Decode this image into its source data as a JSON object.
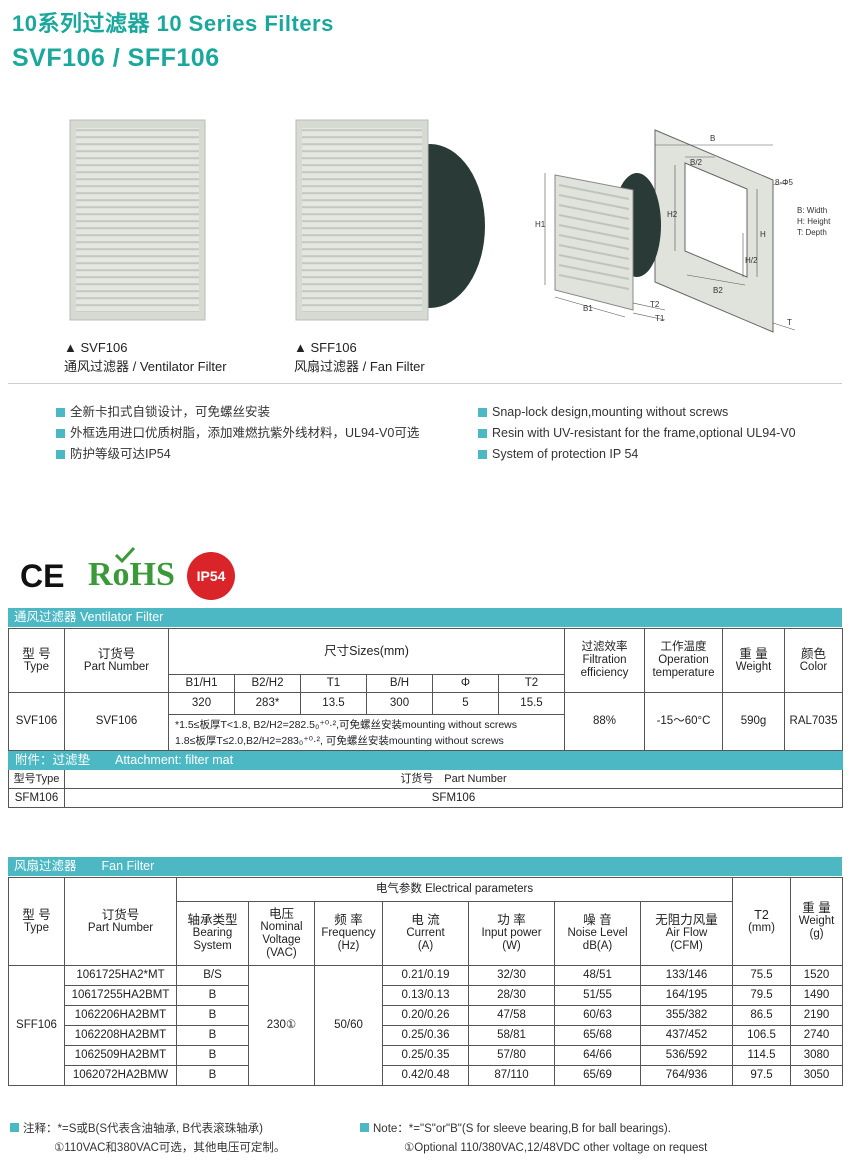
{
  "header": {
    "title_line1": "10系列过滤器 10 Series Filters",
    "title_line2": "SVF106 / SFF106"
  },
  "products": [
    {
      "model": "▲ SVF106",
      "desc": "通风过滤器 / Ventilator Filter"
    },
    {
      "model": "▲ SFF106",
      "desc": "风扇过滤器 / Fan Filter"
    }
  ],
  "diagram": {
    "labels": {
      "B": "B",
      "B2_half": "B/2",
      "B2": "B2",
      "H": "H",
      "H2": "H2",
      "H_half": "H/2",
      "H1": "H1",
      "B1": "B1",
      "T1": "T1",
      "T2": "T2",
      "T": "T",
      "holes": "8-Φ5"
    },
    "legend": [
      "B: Width",
      "H: Height",
      "T: Depth"
    ]
  },
  "features_cn": [
    "全新卡扣式自锁设计，可免螺丝安装",
    "外框选用进口优质树脂，添加难燃抗紫外线材料，UL94-V0可选",
    "防护等级可达IP54"
  ],
  "features_en": [
    "Snap-lock design,mounting without screws",
    "Resin with UV-resistant for the frame,optional UL94-V0",
    "System of protection IP 54"
  ],
  "certs": {
    "ce": "CE",
    "rohs": "RoHS",
    "ip": "IP54"
  },
  "vent": {
    "bar": "通风过滤器 Ventilator Filter",
    "h_type_cn": "型 号",
    "h_type_en": "Type",
    "h_pn_cn": "订货号",
    "h_pn_en": "Part Number",
    "h_sizes": "尺寸Sizes(mm)",
    "sub": [
      "B1/H1",
      "B2/H2",
      "T1",
      "B/H",
      "Φ",
      "T2"
    ],
    "h_eff": [
      "过滤效率",
      "Filtration",
      "efficiency"
    ],
    "h_temp": [
      "工作温度",
      "Operation",
      "temperature"
    ],
    "h_weight": [
      "重 量",
      "Weight"
    ],
    "h_color": [
      "颜色",
      "Color"
    ],
    "row": {
      "type": "SVF106",
      "pn": "SVF106",
      "vals": [
        "320",
        "283*",
        "13.5",
        "300",
        "5",
        "15.5"
      ],
      "eff": "88%",
      "temp": "-15～60°C",
      "weight": "590g",
      "color": "RAL7035",
      "note1": "*1.5≤板厚T<1.8, B2/H2=282.5₀⁺⁰·²,可免螺丝安装mounting without screws",
      "note2": "1.8≤板厚T≤2.0,B2/H2=283₀⁺⁰·², 可免螺丝安装mounting without screws"
    },
    "att_bar": "附件：过滤垫　　Attachment: filter mat",
    "att_h_type": "型号Type",
    "att_h_pn": "订货号　Part Number",
    "att_type": "SFM106",
    "att_pn": "SFM106"
  },
  "fan": {
    "bar": "风扇过滤器　　Fan Filter",
    "h_type_cn": "型 号",
    "h_type_en": "Type",
    "h_pn_cn": "订货号",
    "h_pn_en": "Part Number",
    "h_elec": "电气参数 Electrical parameters",
    "h_bearing": [
      "轴承类型",
      "Bearing",
      "System"
    ],
    "h_voltage": [
      "电压",
      "Nominal",
      "Voltage",
      "(VAC)"
    ],
    "h_freq": [
      "频 率",
      "Frequency",
      "(Hz)"
    ],
    "h_current": [
      "电 流",
      "Current",
      "(A)"
    ],
    "h_power": [
      "功 率",
      "Input power",
      "(W)"
    ],
    "h_noise": [
      "噪 音",
      "Noise Level",
      "dB(A)"
    ],
    "h_air": [
      "无阻力风量",
      "Air Flow",
      "(CFM)"
    ],
    "h_t2": [
      "T2",
      "(mm)"
    ],
    "h_weight": [
      "重 量",
      "Weight",
      "(g)"
    ],
    "type": "SFF106",
    "voltage": "230①",
    "freq": "50/60",
    "rows": [
      {
        "pn": "1061725HA2*MT",
        "bearing": "B/S",
        "current": "0.21/0.19",
        "power": "32/30",
        "noise": "48/51",
        "air": "133/146",
        "t2": "75.5",
        "weight": "1520"
      },
      {
        "pn": "10617255HA2BMT",
        "bearing": "B",
        "current": "0.13/0.13",
        "power": "28/30",
        "noise": "51/55",
        "air": "164/195",
        "t2": "79.5",
        "weight": "1490"
      },
      {
        "pn": "1062206HA2BMT",
        "bearing": "B",
        "current": "0.20/0.26",
        "power": "47/58",
        "noise": "60/63",
        "air": "355/382",
        "t2": "86.5",
        "weight": "2190"
      },
      {
        "pn": "1062208HA2BMT",
        "bearing": "B",
        "current": "0.25/0.36",
        "power": "58/81",
        "noise": "65/68",
        "air": "437/452",
        "t2": "106.5",
        "weight": "2740"
      },
      {
        "pn": "1062509HA2BMT",
        "bearing": "B",
        "current": "0.25/0.35",
        "power": "57/80",
        "noise": "64/66",
        "air": "536/592",
        "t2": "114.5",
        "weight": "3080"
      },
      {
        "pn": "1062072HA2BMW",
        "bearing": "B",
        "current": "0.42/0.48",
        "power": "87/110",
        "noise": "65/69",
        "air": "764/936",
        "t2": "97.5",
        "weight": "3050"
      }
    ]
  },
  "notes": {
    "cn1": "注释：*=S或B(S代表含油轴承, B代表滚珠轴承)",
    "cn2": "①110VAC和380VAC可选，其他电压可定制。",
    "en1": "Note：*=\"S\"or\"B\"(S for sleeve bearing,B for ball bearings).",
    "en2": "①Optional 110/380VAC,12/48VDC other voltage on request"
  },
  "colors": {
    "accent": "#1aa89c",
    "bar": "#4bb8c4",
    "filter": "#dfe3dc",
    "fan": "#2a3a36",
    "rohs": "#3a9a3a",
    "ip": "#d9252a"
  }
}
